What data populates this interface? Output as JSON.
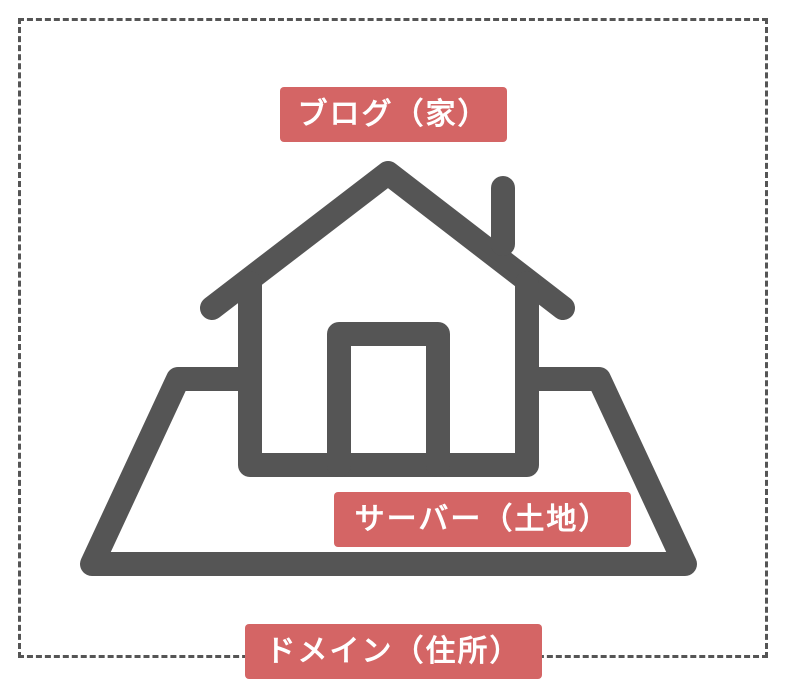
{
  "colors": {
    "label_bg": "#d46565",
    "label_text": "#ffffff",
    "stroke": "#555555",
    "frame": "#555555"
  },
  "labels": {
    "blog": "ブログ（家）",
    "server": "サーバー（土地）",
    "domain": "ドメイン（住所）"
  }
}
